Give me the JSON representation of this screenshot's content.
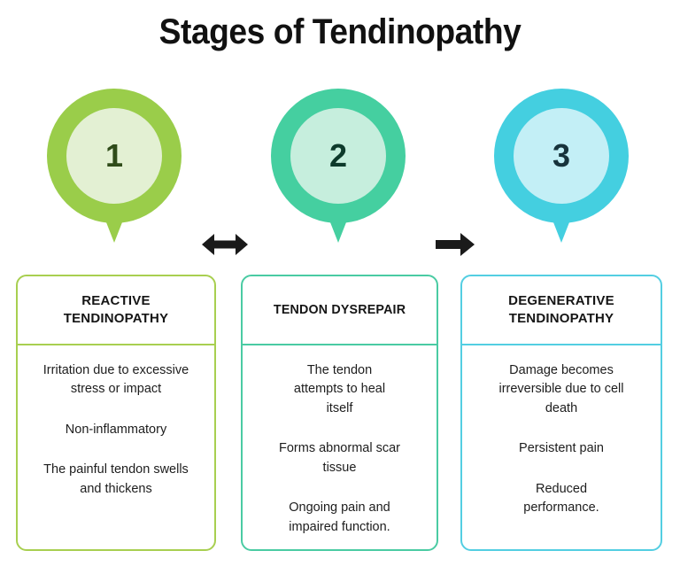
{
  "title": "Stages of Tendinopathy",
  "colors": {
    "stage1_ring": "#9ACD4A",
    "stage1_fill": "#E3F0D3",
    "stage1_num": "#2F4B19",
    "stage1_border": "#A8CF50",
    "stage2_ring": "#45CFA0",
    "stage2_fill": "#C6EEDD",
    "stage2_num": "#0D3A2B",
    "stage2_border": "#4ACBA3",
    "stage3_ring": "#44CFE0",
    "stage3_fill": "#C3EFF6",
    "stage3_num": "#17333C",
    "stage3_border": "#53CEE2",
    "arrow": "#1A1A1A",
    "title_text": "#111111",
    "body_text": "#1D1D1D"
  },
  "stages": [
    {
      "number": "1",
      "heading": "REACTIVE\nTENDINOPATHY",
      "heading_line1": "REACTIVE",
      "heading_line2": "TENDINOPATHY",
      "points": [
        "Irritation due to excessive stress or impact",
        "Non-inflammatory",
        "The painful tendon swells and thickens"
      ]
    },
    {
      "number": "2",
      "heading": "TENDON DYSREPAIR",
      "heading_line1": "TENDON DYSREPAIR",
      "heading_line2": "",
      "points": [
        "The tendon attempts to heal itself",
        "Forms abnormal scar tissue",
        "Ongoing pain and impaired function."
      ]
    },
    {
      "number": "3",
      "heading": "DEGENERATIVE\nTENDINOPATHY",
      "heading_line1": "DEGENERATIVE",
      "heading_line2": "TENDINOPATHY",
      "points": [
        "Damage becomes irreversible due to cell death",
        "Persistent pain",
        "Reduced performance."
      ]
    }
  ],
  "connectors": [
    {
      "name": "bidirectional-arrow",
      "direction": "both",
      "between": "1-2"
    },
    {
      "name": "right-arrow",
      "direction": "right",
      "between": "2-3"
    }
  ]
}
